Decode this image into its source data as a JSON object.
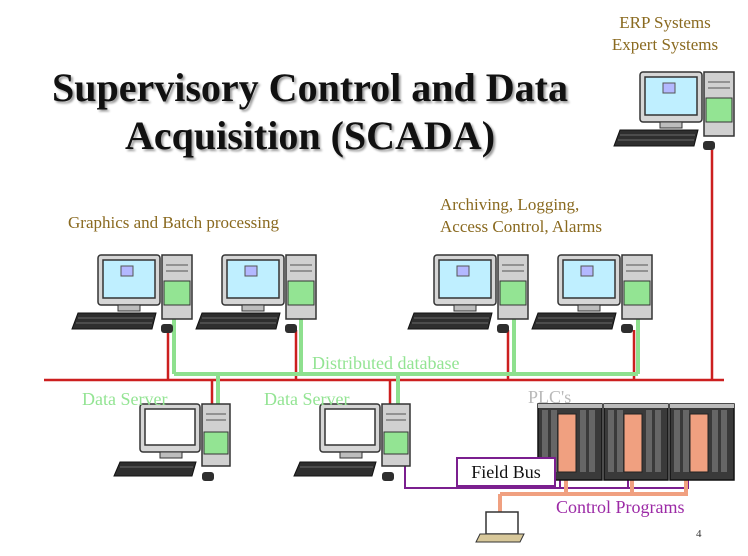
{
  "title": {
    "line1": "Supervisory Control and Data",
    "line2": "Acquisition (SCADA)"
  },
  "labels": {
    "erp_line1": "ERP Systems",
    "erp_line2": "Expert Systems",
    "graphics": "Graphics and Batch processing",
    "archiving_line1": "Archiving, Logging,",
    "archiving_line2": "Access Control, Alarms",
    "distributed_db": "Distributed database",
    "data_server_1": "Data Server",
    "data_server_2": "Data Server",
    "plcs": "PLC's",
    "field_bus": "Field Bus",
    "control_programs": "Control Programs",
    "page_number": "4"
  },
  "colors": {
    "network_red": "#cc1f1f",
    "database_green": "#8ee08e",
    "fieldbus_purple": "#7b1f8f",
    "control_salmon": "#f0a080",
    "label_brown": "#8a6a20",
    "screen_cyan": "#bfefff",
    "screen_window": "#b3b8ff"
  },
  "icons": [
    "workstation-icon",
    "server-icon",
    "plc-rack-icon",
    "laptop-icon"
  ]
}
